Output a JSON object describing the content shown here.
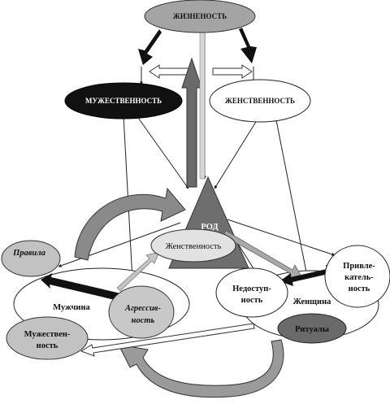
{
  "nodes": {
    "vitality": "ЖИЗНЕНОСТЬ",
    "masculinity_top": "МУЖЕСТВЕННОСТЬ",
    "femininity_top": "ЖЕНСТВЕННОСТЬ",
    "gender": "РОД",
    "femininity_mid": "Женственность",
    "rules": "Правила",
    "man": "Мужчина",
    "aggression_line1": "Агрессив-",
    "aggression_line2": "ность",
    "masculinity_low_line1": "Мужествен-",
    "masculinity_low_line2": "ность",
    "inaccessibility_line1": "Недоступ-",
    "inaccessibility_line2": "ность",
    "woman": "Женщина",
    "attractiveness_line1": "Привле-",
    "attractiveness_line2": "катель-",
    "attractiveness_line3": "ность",
    "rituals": "Ритуалы"
  },
  "colors": {
    "dark": "#111111",
    "dark_gray": "#5a5a5a",
    "mid_gray": "#8a8a8a",
    "light_gray": "#b8b8b8",
    "pale_gray": "#d4d4d4",
    "white": "#ffffff"
  }
}
